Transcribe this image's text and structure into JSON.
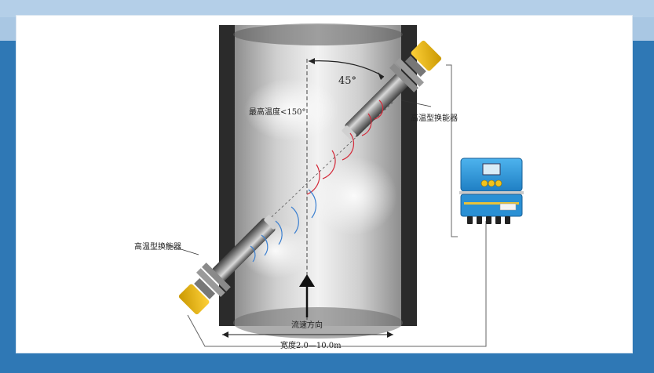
{
  "diagram": {
    "angle_label": "45°",
    "max_temp_label": "最高温度<150°",
    "transducer_top_label": "高温型换能器",
    "transducer_bottom_label": "高温型换能器",
    "flow_direction_label": "流速方向",
    "width_label": "宽度2.0—10.0m"
  },
  "colors": {
    "accent_blue": "#2f78b5",
    "wall_dark": "#2b2b2b",
    "signal_red": "#d42a3a",
    "signal_blue": "#3a7fd0",
    "transducer_yellow": "#e8b400",
    "meter_blue": "#2a90d4"
  }
}
